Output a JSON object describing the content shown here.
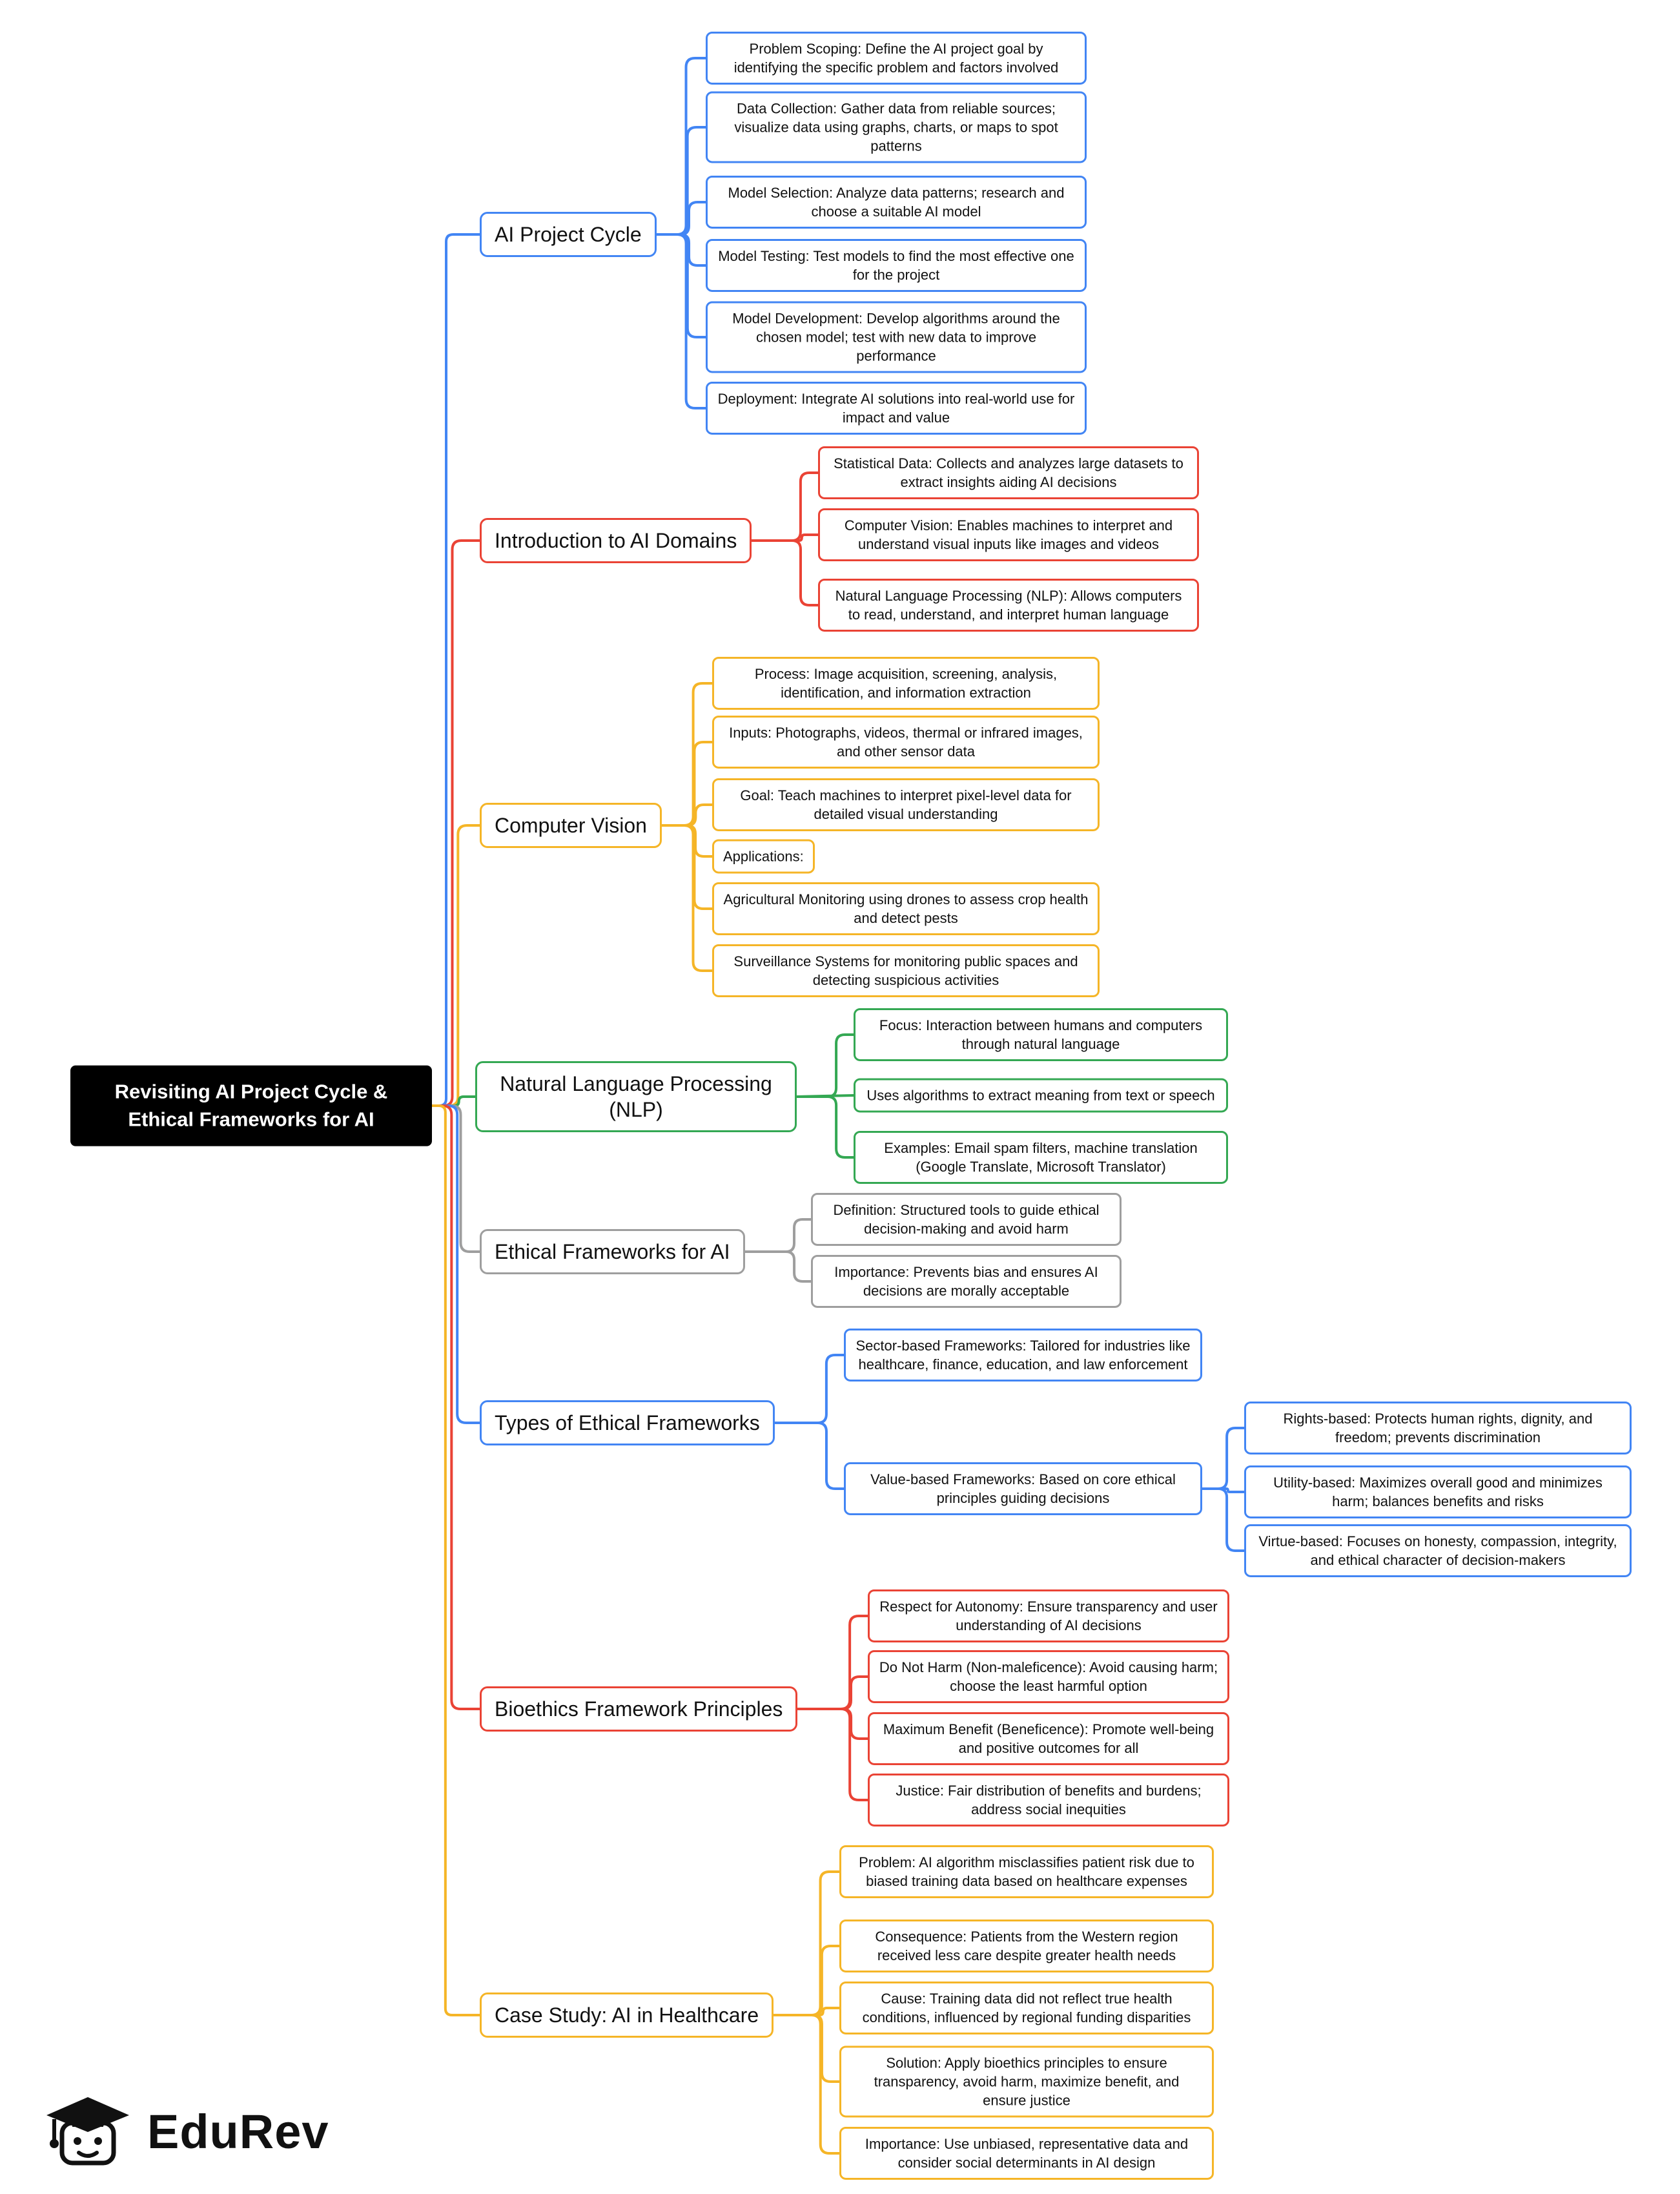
{
  "root": {
    "label": "Revisiting AI Project Cycle & Ethical Frameworks for AI"
  },
  "colors": {
    "blue": "#4285f4",
    "red": "#ea4335",
    "yellow": "#f5b527",
    "green": "#34a853",
    "gray": "#9e9e9e",
    "root_bg": "#000000",
    "line_default": "#888888"
  },
  "branches": [
    {
      "label": "AI Project Cycle",
      "color": "blue",
      "children": [
        {
          "text": "Problem Scoping: Define the AI project goal by identifying the specific problem and factors involved"
        },
        {
          "text": "Data Collection: Gather data from reliable sources; visualize data using graphs, charts, or maps to spot patterns"
        },
        {
          "text": "Model Selection: Analyze data patterns; research and choose a suitable AI model"
        },
        {
          "text": "Model Testing: Test models to find the most effective one for the project"
        },
        {
          "text": "Model Development: Develop algorithms around the chosen model; test with new data to improve performance"
        },
        {
          "text": "Deployment: Integrate AI solutions into real-world use for impact and value"
        }
      ]
    },
    {
      "label": "Introduction to AI Domains",
      "color": "red",
      "children": [
        {
          "text": "Statistical Data: Collects and analyzes large datasets to extract insights aiding AI decisions"
        },
        {
          "text": "Computer Vision: Enables machines to interpret and understand visual inputs like images and videos"
        },
        {
          "text": "Natural Language Processing (NLP): Allows computers to read, understand, and interpret human language"
        }
      ]
    },
    {
      "label": "Computer Vision",
      "color": "yellow",
      "children": [
        {
          "text": "Process: Image acquisition, screening, analysis, identification, and information extraction"
        },
        {
          "text": "Inputs: Photographs, videos, thermal or infrared images, and other sensor data"
        },
        {
          "text": "Goal: Teach machines to interpret pixel-level data for detailed visual understanding"
        },
        {
          "text": "Applications:"
        },
        {
          "text": "Agricultural Monitoring using drones to assess crop health and detect pests"
        },
        {
          "text": "Surveillance Systems for monitoring public spaces and detecting suspicious activities"
        }
      ]
    },
    {
      "label": "Natural Language Processing (NLP)",
      "color": "green",
      "children": [
        {
          "text": "Focus: Interaction between humans and computers through natural language"
        },
        {
          "text": "Uses algorithms to extract meaning from text or speech"
        },
        {
          "text": "Examples: Email spam filters, machine translation (Google Translate, Microsoft Translator)"
        }
      ]
    },
    {
      "label": "Ethical Frameworks for AI",
      "color": "gray",
      "children": [
        {
          "text": "Definition: Structured tools to guide ethical decision-making and avoid harm"
        },
        {
          "text": "Importance: Prevents bias and ensures AI decisions are morally acceptable"
        }
      ]
    },
    {
      "label": "Types of Ethical Frameworks",
      "color": "blue",
      "children": [
        {
          "text": "Sector-based Frameworks: Tailored for industries like healthcare, finance, education, and law enforcement"
        },
        {
          "text": "Value-based Frameworks: Based on core ethical principles guiding decisions",
          "children": [
            {
              "text": "Rights-based: Protects human rights, dignity, and freedom; prevents discrimination"
            },
            {
              "text": "Utility-based: Maximizes overall good and minimizes harm; balances benefits and risks"
            },
            {
              "text": "Virtue-based: Focuses on honesty, compassion, integrity, and ethical character of decision-makers"
            }
          ]
        }
      ]
    },
    {
      "label": "Bioethics Framework Principles",
      "color": "red",
      "children": [
        {
          "text": "Respect for Autonomy: Ensure transparency and user understanding of AI decisions"
        },
        {
          "text": "Do Not Harm (Non-maleficence): Avoid causing harm; choose the least harmful option"
        },
        {
          "text": "Maximum Benefit (Beneficence): Promote well-being and positive outcomes for all"
        },
        {
          "text": "Justice: Fair distribution of benefits and burdens; address social inequities"
        }
      ]
    },
    {
      "label": "Case Study: AI in Healthcare",
      "color": "yellow",
      "children": [
        {
          "text": "Problem: AI algorithm misclassifies patient risk due to biased training data based on healthcare expenses"
        },
        {
          "text": "Consequence: Patients from the Western region received less care despite greater health needs"
        },
        {
          "text": "Cause: Training data did not reflect true health conditions, influenced by regional funding disparities"
        },
        {
          "text": "Solution: Apply bioethics principles to ensure transparency, avoid harm, maximize benefit, and ensure justice"
        },
        {
          "text": "Importance: Use unbiased, representative data and consider social determinants in AI design"
        }
      ]
    }
  ],
  "logo": {
    "name": "EduRev"
  }
}
